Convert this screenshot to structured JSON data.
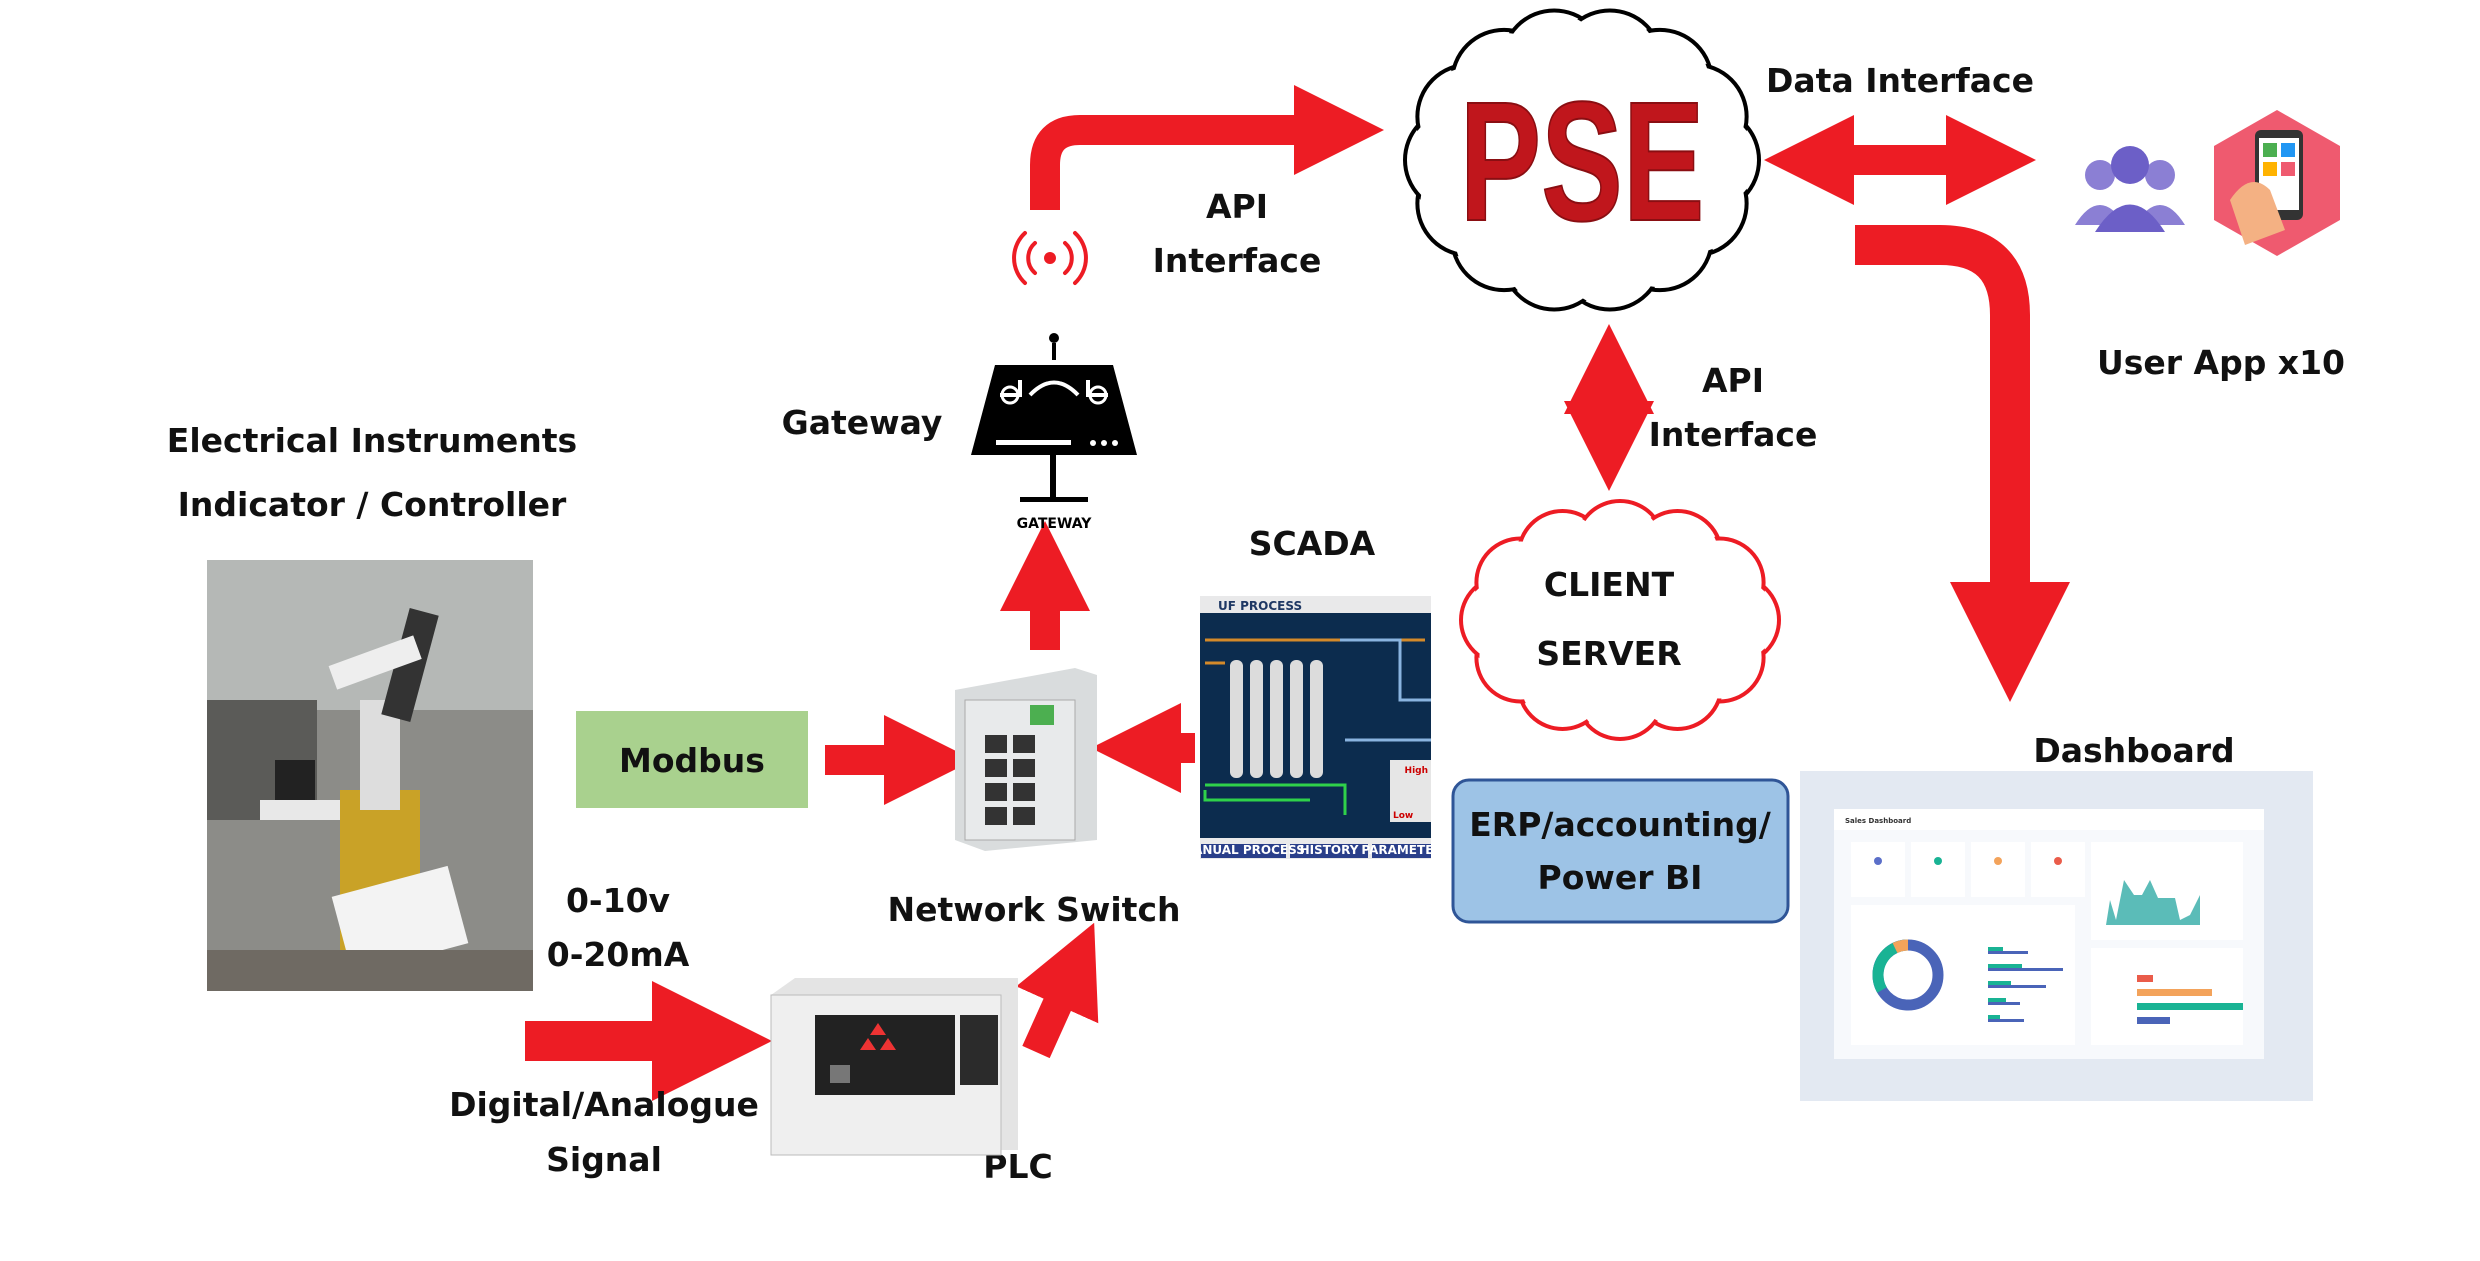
{
  "colors": {
    "arrow": "#ed1c24",
    "modbus_fill": "#a9d18e",
    "erp_fill": "#9dc3e6",
    "erp_border": "#2f5597",
    "pse_text": "#c0161c"
  },
  "pse": {
    "label": "PSE"
  },
  "data_interface": {
    "label": "Data Interface"
  },
  "user_app": {
    "label": "User App x10",
    "icons": [
      "users-icon",
      "mobile-app-icon"
    ]
  },
  "api_interface_top": {
    "line1": "API",
    "line2": "Interface"
  },
  "api_interface_right": {
    "line1": "API",
    "line2": "Interface"
  },
  "gateway": {
    "label": "Gateway",
    "device_caption": "GATEWAY",
    "icons": [
      "wireless-signal-icon",
      "gateway-router-icon"
    ]
  },
  "instruments": {
    "line1": "Electrical Instruments",
    "line2": "Indicator / Controller"
  },
  "modbus": {
    "label": "Modbus"
  },
  "signal": {
    "line1": "0-10v",
    "line2": "0-20mA"
  },
  "digital_signal": {
    "line1": "Digital/Analogue",
    "line2": "Signal"
  },
  "network_switch": {
    "label": "Network Switch"
  },
  "plc": {
    "label": "PLC"
  },
  "scada": {
    "label": "SCADA",
    "screen_title": "UF PROCESS",
    "tank_high": "High",
    "tank_low": "Low",
    "buttons": [
      "MANUAL PROCESS",
      "HISTORY",
      "PARAMETER"
    ]
  },
  "client_server": {
    "line1": "CLIENT",
    "line2": "SERVER"
  },
  "erp": {
    "line1": "ERP/accounting/",
    "line2": "Power BI"
  },
  "dashboard": {
    "label": "Dashboard",
    "screen_title": "Sales Dashboard"
  }
}
